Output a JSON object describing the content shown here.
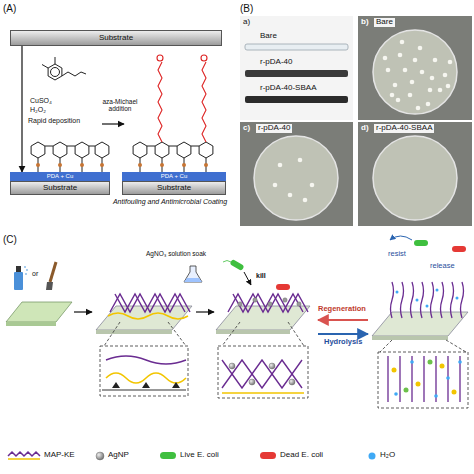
{
  "diagram": {
    "nodes": [
      {
        "text": [
          "Substrate"
        ]
      },
      {
        "text": [
          "PDA + Cu"
        ]
      },
      {
        "text": [
          "Substrate"
        ]
      },
      {
        "text": [
          "PDA + Cu"
        ]
      },
      {
        "text": [
          "Substrate"
        ]
      },
      {
        "text": [
          "a)",
          "Bare",
          "r-pDA-40",
          "r-pDA-40-SBAA"
        ]
      },
      {
        "text": [
          "b)",
          "Bare"
        ]
      },
      {
        "text": [
          "c)",
          "r-pDA-40"
        ]
      },
      {
        "text": [
          "d)",
          "r-pDA-40-SBAA"
        ]
      }
    ],
    "edges": [
      {
        "from": 0,
        "to": 1,
        "label": "Rapid deposition",
        "arrow": "to"
      }
    ],
    "labels": [
      "(A)",
      "CuSO₄",
      "H₂O₂",
      "aza-Michael addition",
      "Antifouling and Antimicrobial Coating",
      "(B)",
      "(C)",
      "or",
      "AgNO₃ solution soak",
      "kill",
      "Regeneration",
      "Hydrolysis",
      "resist",
      "release"
    ],
    "legend": [
      {
        "text": "MAP-KE"
      },
      {
        "text": "AgNP"
      },
      {
        "text": "Live E. coli"
      },
      {
        "text": "Dead E. coli"
      },
      {
        "text": "H₂O"
      }
    ]
  }
}
